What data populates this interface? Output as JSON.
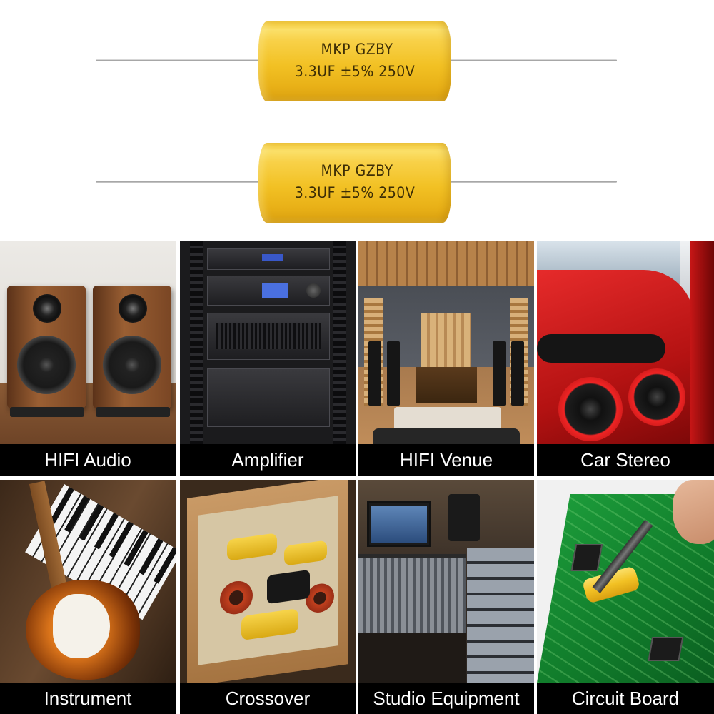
{
  "capacitors": [
    {
      "line1": "MKP GZBY",
      "line2": "3.3UF ±5% 250V",
      "color": "#f2c124"
    },
    {
      "line1": "MKP GZBY",
      "line2": "3.3UF ±5% 250V",
      "color": "#f2c124"
    }
  ],
  "applications": [
    {
      "label": "HIFI Audio"
    },
    {
      "label": "Amplifier"
    },
    {
      "label": "HIFI Venue"
    },
    {
      "label": "Car Stereo"
    },
    {
      "label": "Instrument"
    },
    {
      "label": "Crossover"
    },
    {
      "label": "Studio Equipment"
    },
    {
      "label": "Circuit Board"
    }
  ],
  "colors": {
    "label_background": "#000000",
    "label_text": "#ffffff",
    "capacitor_yellow": "#f2c124"
  }
}
